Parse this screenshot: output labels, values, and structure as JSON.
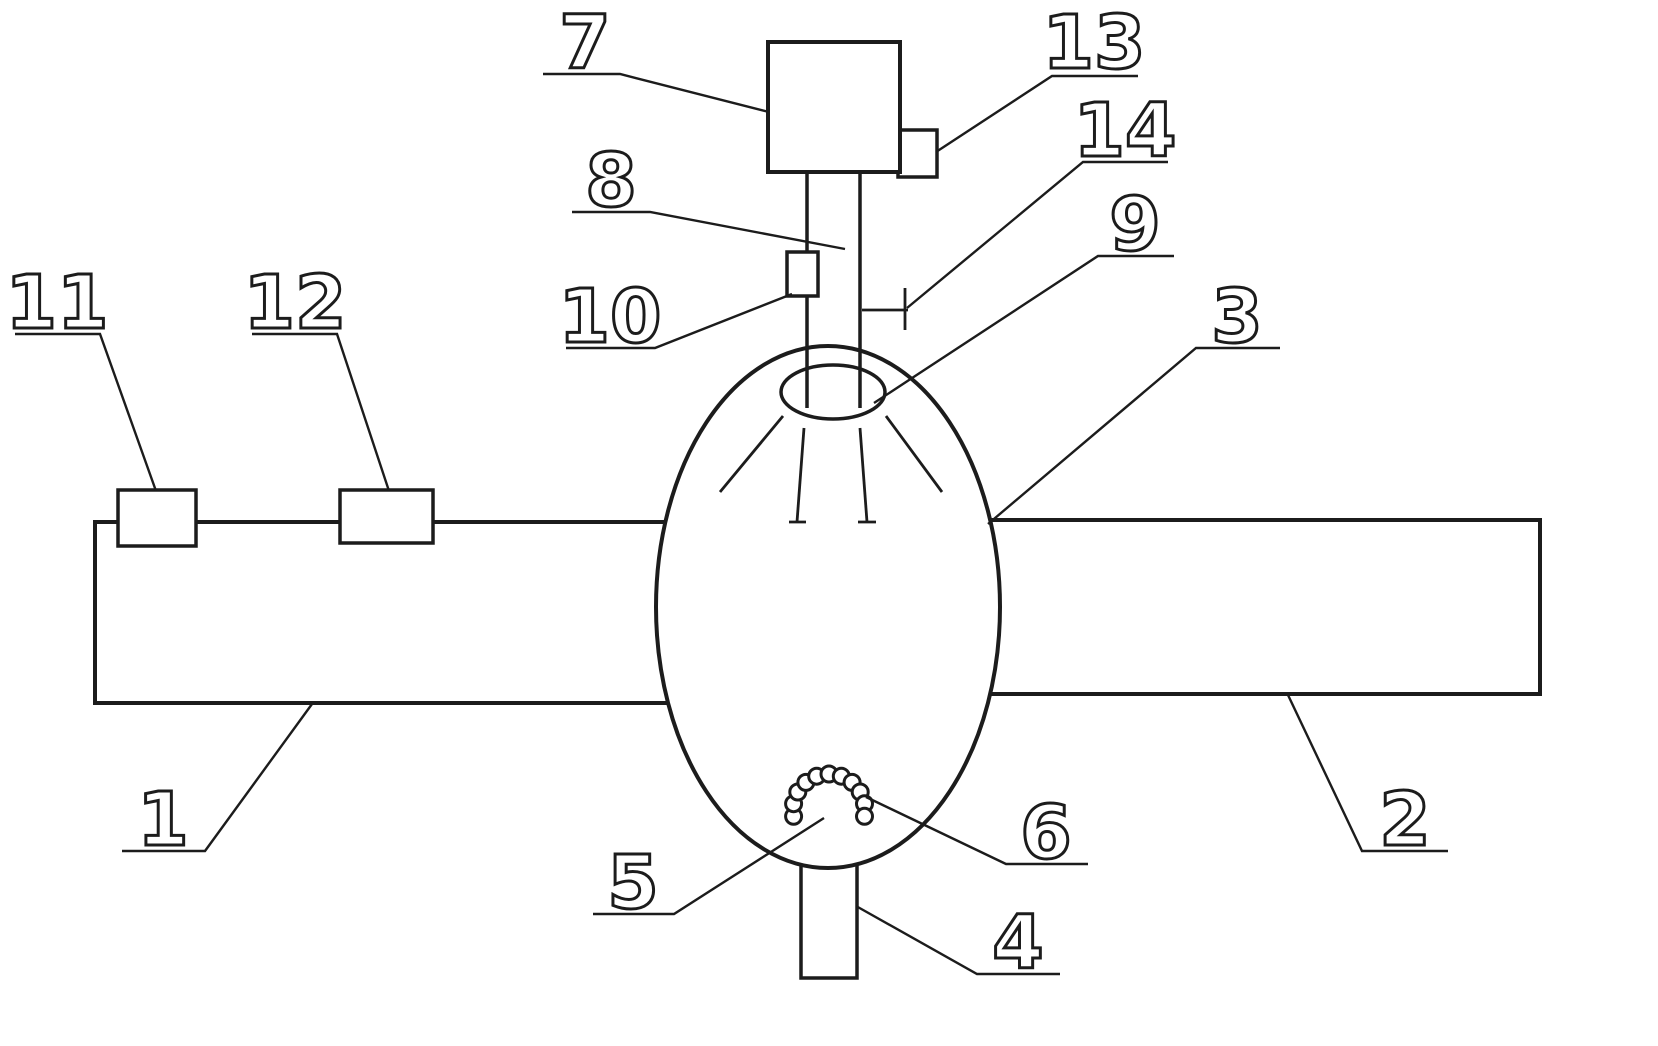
{
  "figure": {
    "background": "#ffffff",
    "line_color": "#1c1c1c"
  },
  "labels": {
    "n1": "1",
    "n2": "2",
    "n3": "3",
    "n4": "4",
    "n5": "5",
    "n6": "6",
    "n7": "7",
    "n8": "8",
    "n9": "9",
    "n10": "10",
    "n11": "11",
    "n12": "12",
    "n13": "13",
    "n14": "14"
  }
}
